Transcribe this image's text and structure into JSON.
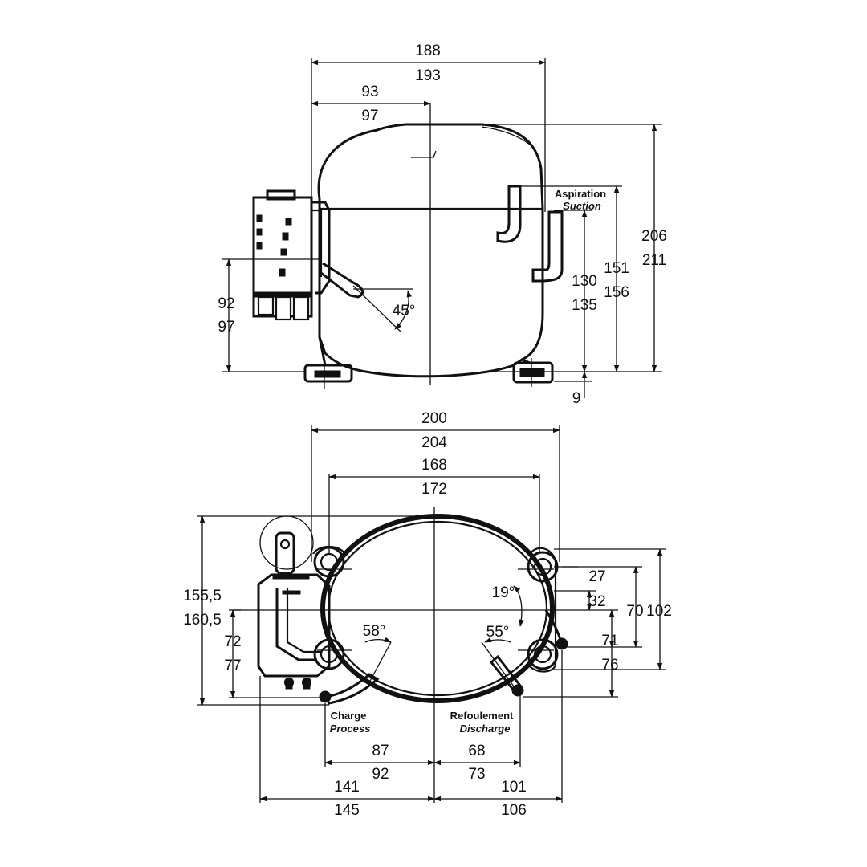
{
  "top_view": {
    "width_min": "188",
    "width_max": "193",
    "half_width_min": "93",
    "half_width_max": "97",
    "height_min": "206",
    "height_max": "211",
    "suction_height_min": "151",
    "suction_height_max": "156",
    "suction_tube_min": "130",
    "suction_tube_max": "135",
    "base_offset": "9",
    "left_height_min": "92",
    "left_height_max": "97",
    "angle": "45°",
    "suction_label_fr": "Aspiration",
    "suction_label_en": "Suction"
  },
  "bottom_view": {
    "overall_width_min": "200",
    "overall_width_max": "204",
    "mount_width_min": "168",
    "mount_width_max": "172",
    "depth_min": "155,5",
    "depth_max": "160,5",
    "left_depth_min": "72",
    "left_depth_max": "77",
    "right_27": "27",
    "right_32": "32",
    "right_70": "70",
    "right_102": "102",
    "right_71": "71",
    "right_76": "76",
    "angle_19": "19°",
    "angle_58": "58°",
    "angle_55": "55°",
    "process_min": "87",
    "process_max": "92",
    "discharge_min": "68",
    "discharge_max": "73",
    "left_total_min": "141",
    "left_total_max": "145",
    "right_total_min": "101",
    "right_total_max": "106",
    "process_label_fr": "Charge",
    "process_label_en": "Process",
    "discharge_label_fr": "Refoulement",
    "discharge_label_en": "Discharge"
  }
}
